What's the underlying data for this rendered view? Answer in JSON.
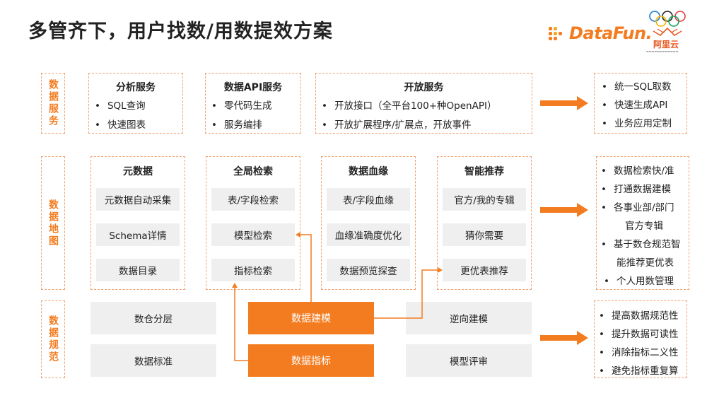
{
  "title": "多管齐下，用户找数/用数提效方案",
  "logos": {
    "datafun": "DataFun.",
    "aliyun": "阿里云"
  },
  "colors": {
    "accent": "#f47c20",
    "gray_cell": "#efefef"
  },
  "rows": {
    "service": {
      "label": "数据服务"
    },
    "map": {
      "label": "数据地图"
    },
    "standard": {
      "label": "数据规范"
    }
  },
  "services": [
    {
      "title": "分析服务",
      "items": [
        "SQL查询",
        "快速图表"
      ]
    },
    {
      "title": "数据API服务",
      "items": [
        "零代码生成",
        "服务编排"
      ]
    },
    {
      "title": "开放服务",
      "items": [
        "开放接口（全平台100+种OpenAPI）",
        "开放扩展程序/扩展点，开放事件"
      ]
    }
  ],
  "map_columns": [
    {
      "title": "元数据",
      "items": [
        "元数据自动采集",
        "Schema详情",
        "数据目录"
      ]
    },
    {
      "title": "全局检索",
      "items": [
        "表/字段检索",
        "模型检索",
        "指标检索"
      ]
    },
    {
      "title": "数据血缘",
      "items": [
        "表/字段血缘",
        "血缘准确度优化",
        "数据预览探查"
      ]
    },
    {
      "title": "智能推荐",
      "items": [
        "官方/我的专辑",
        "猜你需要",
        "更优表推荐"
      ]
    }
  ],
  "standard_cells": [
    "数仓分层",
    "数据标准",
    "数据建模",
    "数据指标",
    "逆向建模",
    "模型评审"
  ],
  "outcomes": {
    "service": [
      "统一SQL取数",
      "快速生成API",
      "业务应用定制"
    ],
    "map": [
      "数据检索快/准",
      "打通数据建模",
      "各事业部/部门",
      "官方专辑",
      "基于数仓规范智",
      "能推荐更优表",
      "个人用数管理"
    ],
    "standard": [
      "提高数据规范性",
      "提升数据可读性",
      "消除指标二义性",
      "避免指标重复算"
    ]
  }
}
